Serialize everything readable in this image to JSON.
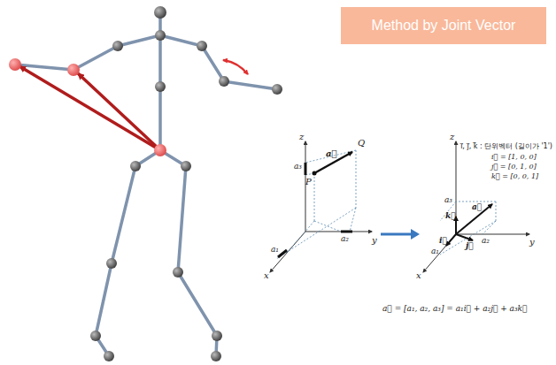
{
  "diagram": {
    "nodes": [
      {
        "text": [
          "Method by Joint Vector"
        ]
      }
    ],
    "labels": [
      "z",
      "y",
      "x",
      "a₃",
      "P",
      "Q",
      "a⃗",
      "a₂",
      "a₁",
      "z",
      "y",
      "x",
      "i⃗, j⃗, k⃗ : 단위벡터 (길이가 '1')",
      "i⃗ = [1, 0, 0]",
      "j⃗ = [0, 1, 0]",
      "k⃗ = [0, 0, 1]",
      "a₃",
      "k⃗",
      "a⃗",
      "a₂",
      "i⃗",
      "j⃗",
      "a₁",
      "a⃗ = [a₁, a₂, a₃] = a₁i⃗ + a₂j⃗ + a₃k⃗"
    ]
  }
}
